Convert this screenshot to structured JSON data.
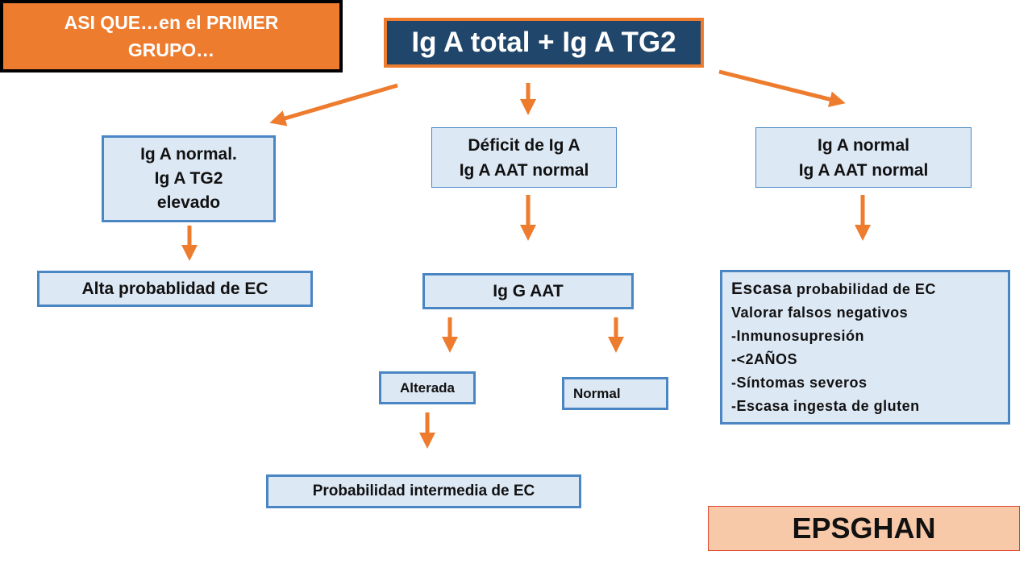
{
  "corner_note": {
    "line1": "ASI QUE…en el PRIMER",
    "line2": "GRUPO…"
  },
  "top_test": "Ig A total + Ig A TG2",
  "branch_left": {
    "line1": "Ig A normal.",
    "line2": "Ig A TG2",
    "line3": "elevado"
  },
  "branch_mid": {
    "line1": "Déficit de Ig A",
    "line2": "Ig A AAT normal"
  },
  "branch_right": {
    "line1": "Ig A normal",
    "line2": "Ig A AAT normal"
  },
  "result_left": "Alta probablidad de EC",
  "result_mid": "Ig G AAT",
  "result_right": {
    "title_big": "Escasa",
    "title_rest": " probabilidad de EC",
    "line2": "Valorar falsos negativos",
    "line3": "-Inmunosupresión",
    "line4": "-<2AÑOS",
    "line5": "-Síntomas severos",
    "line6": "-Escasa ingesta de gluten"
  },
  "sub_altered": "Alterada",
  "sub_normal": "Normal",
  "result_intermediate": "Probabilidad intermedia de EC",
  "source": "EPSGHAN",
  "colors": {
    "arrow": "#ee7c2e",
    "box_fill": "#dde8f5",
    "box_border": "#4a86c4",
    "title_fill": "#20476b",
    "source_fill": "#f8c9a8"
  }
}
